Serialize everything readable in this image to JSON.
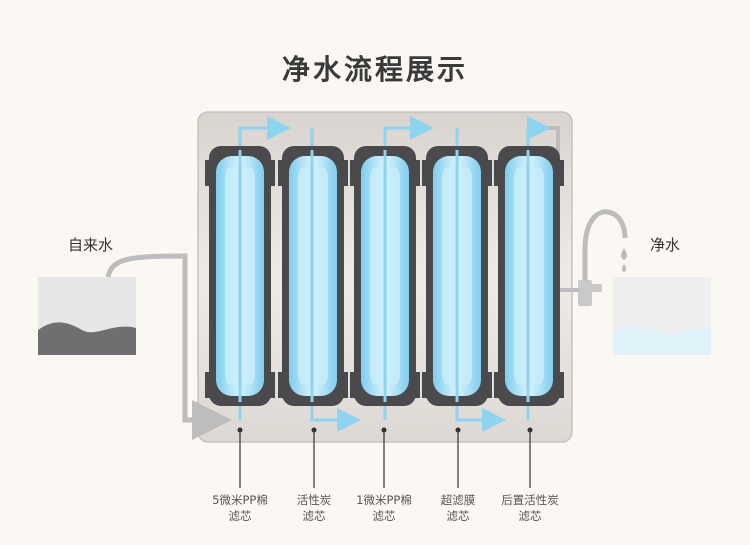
{
  "title": "净水流程展示",
  "inlet_label": "自来水",
  "outlet_label": "净水",
  "stages": [
    {
      "line1": "5微米PP棉",
      "line2": "滤芯"
    },
    {
      "line1": "活性炭",
      "line2": "滤芯"
    },
    {
      "line1": "1微米PP棉",
      "line2": "滤芯"
    },
    {
      "line1": "超滤膜",
      "line2": "滤芯"
    },
    {
      "line1": "后置活性炭",
      "line2": "滤芯"
    }
  ],
  "colors": {
    "flow": "#8ed3ef",
    "water_light": "#a9e1f5",
    "cartridge_dark": "#4a4a4c",
    "pipe_gray": "#bdbdbd",
    "dirty_water": "#6f6f6f",
    "clean_water": "#dff2fa"
  }
}
